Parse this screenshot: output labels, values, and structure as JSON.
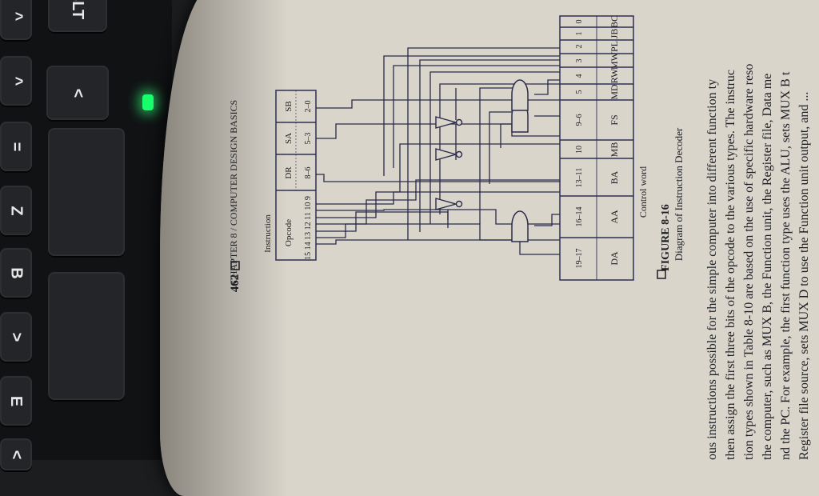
{
  "keyboard": {
    "keys": [
      "BLT",
      "^",
      "<",
      "=",
      "Z",
      "B",
      ">",
      "E",
      "<"
    ]
  },
  "page": {
    "number": "462",
    "running_head": "CHAPTER 8 / COMPUTER DESIGN BASICS",
    "instruction_label": "Instruction",
    "instruction_fields": [
      {
        "name": "Opcode",
        "bits": "15 14 13 12 11 10 9"
      },
      {
        "name": "DR",
        "bits": "8–6"
      },
      {
        "name": "SA",
        "bits": "5–3"
      },
      {
        "name": "SB",
        "bits": "2–0"
      }
    ],
    "control_word_label": "Control word",
    "control_fields": [
      {
        "bits": "19–17",
        "name": "DA"
      },
      {
        "bits": "16–14",
        "name": "AA"
      },
      {
        "bits": "13–11",
        "name": "BA"
      },
      {
        "bits": "10",
        "name": "MB"
      },
      {
        "bits": "9–6",
        "name": "FS"
      },
      {
        "bits": "5",
        "name": "MD"
      },
      {
        "bits": "4",
        "name": "RW"
      },
      {
        "bits": "3",
        "name": "MW"
      },
      {
        "bits": "2",
        "name": "PL"
      },
      {
        "bits": "1",
        "name": "JB"
      },
      {
        "bits": "0",
        "name": "BC"
      }
    ],
    "figure_label": "FIGURE 8-16",
    "figure_caption": "Diagram of Instruction Decoder",
    "body_lines": [
      "ous instructions possible for the simple computer into different function ty",
      "then assign the first three bits of the opcode to the various types. The instruc",
      "tion types shown in Table 8-10 are based on the use of specific hardware reso",
      "the computer, such as MUX B, the Function unit, the Register file, Data me",
      "nd the PC. For example, the first function type uses the ALU, sets MUX B t",
      "Register file source, sets MUX D to use the Function unit output, and ..."
    ]
  }
}
